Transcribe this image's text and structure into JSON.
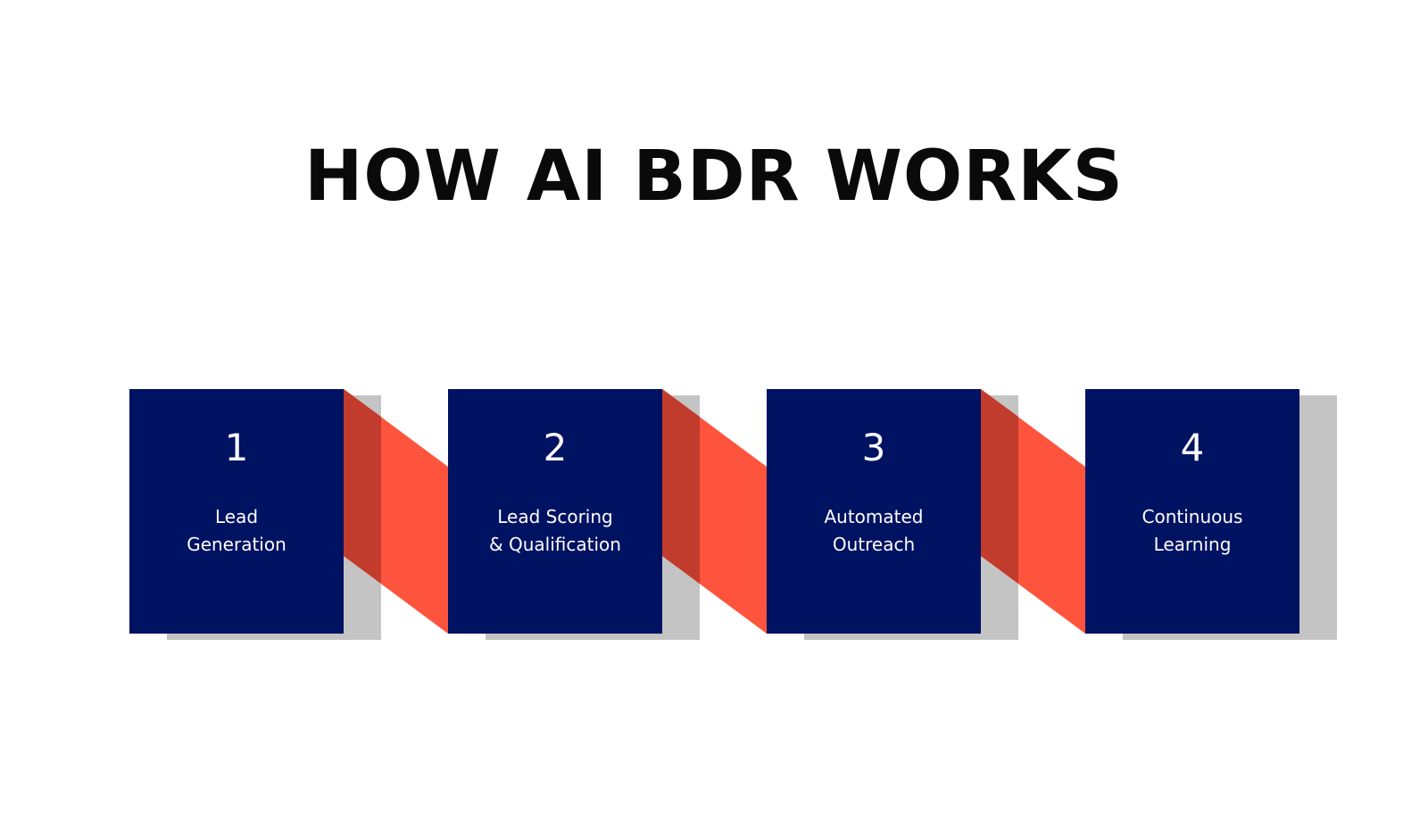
{
  "title": "HOW AI BDR WORKS",
  "colors": {
    "box": "#001262",
    "connector": "#fe543d",
    "connector_shade": "#c13c2c",
    "shadow": "#c4c4c4",
    "title": "#0a0a0a"
  },
  "steps": [
    {
      "number": "1",
      "label_line1": "Lead",
      "label_line2": "Generation"
    },
    {
      "number": "2",
      "label_line1": "Lead Scoring",
      "label_line2": "& Qualification"
    },
    {
      "number": "3",
      "label_line1": "Automated",
      "label_line2": "Outreach"
    },
    {
      "number": "4",
      "label_line1": "Continuous",
      "label_line2": "Learning"
    }
  ]
}
